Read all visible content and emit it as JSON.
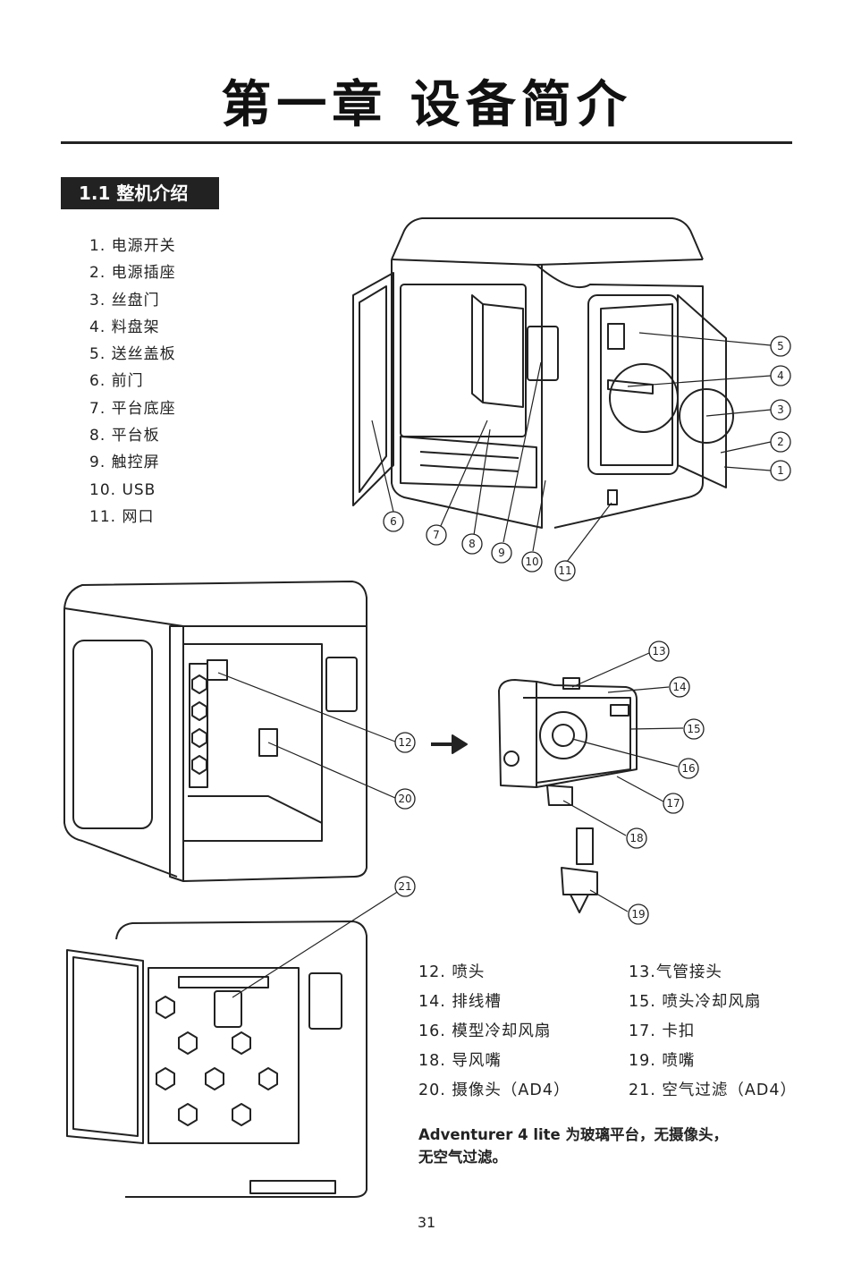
{
  "chapter_title": "第一章 设备简介",
  "section_title": "1.1 整机介绍",
  "legend": [
    "1. 电源开关",
    "2. 电源插座",
    "3. 丝盘门",
    "4. 料盘架",
    "5. 送丝盖板",
    "6. 前门",
    "7. 平台底座",
    "8. 平台板",
    "9. 触控屏",
    "10. USB",
    "11. 网口"
  ],
  "parts": [
    "12. 喷头",
    "13.气管接头",
    "14. 排线槽",
    "15. 喷头冷却风扇",
    "16. 模型冷却风扇",
    "17. 卡扣",
    "18. 导风嘴",
    "19. 喷嘴",
    "20. 摄像头（AD4）",
    "21. 空气过滤（AD4）"
  ],
  "callouts": [
    "1",
    "2",
    "3",
    "4",
    "5",
    "6",
    "7",
    "8",
    "9",
    "10",
    "11",
    "12",
    "13",
    "14",
    "15",
    "16",
    "17",
    "18",
    "19",
    "20",
    "21"
  ],
  "note_line1": "Adventurer 4 lite 为玻璃平台，无摄像头，",
  "note_line2": "无空气过滤。",
  "page_number": "31"
}
